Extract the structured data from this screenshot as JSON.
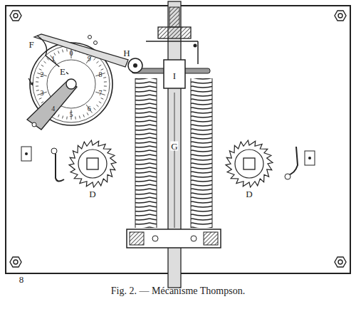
{
  "diagram": {
    "caption": "Fig. 2. — Mécanisme Thompson.",
    "labels": [
      "F",
      "H",
      "I",
      "0",
      "9",
      "8",
      "7",
      "6",
      "5",
      "4",
      "3",
      "2",
      "1",
      "E",
      "G",
      "D",
      "D",
      "8"
    ]
  }
}
